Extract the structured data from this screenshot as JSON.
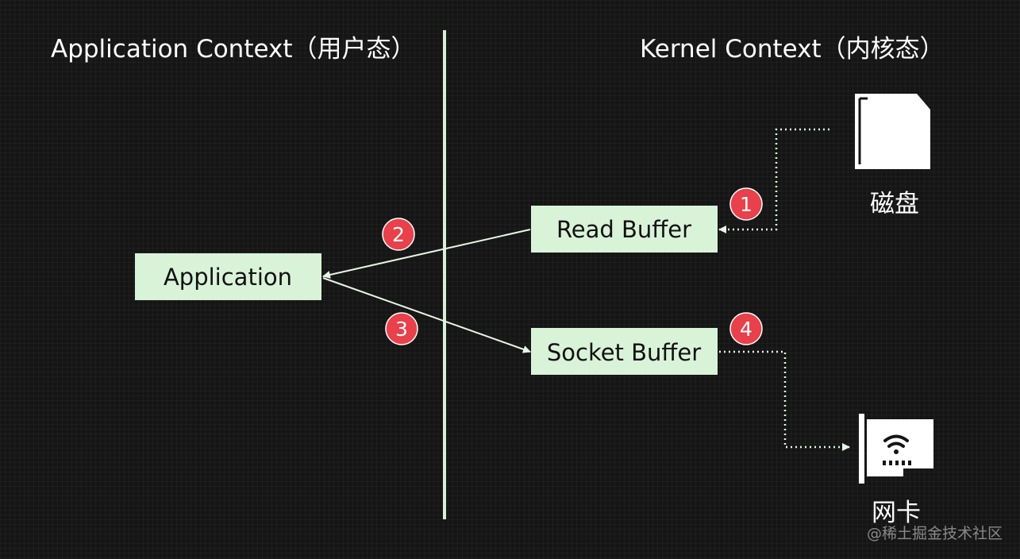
{
  "titles": {
    "left": "Application Context（用户态）",
    "right": "Kernel Context（内核态）"
  },
  "boxes": {
    "application": "Application",
    "read_buffer": "Read Buffer",
    "socket_buffer": "Socket Buffer"
  },
  "steps": [
    "1",
    "2",
    "3",
    "4"
  ],
  "devices": {
    "disk": "磁盘",
    "nic": "网卡"
  },
  "watermark": "@稀土掘金技术社区",
  "colors": {
    "background": "#151515",
    "box_fill": "#d9f3d9",
    "divider": "#d7f0d7",
    "badge": "#e8414b",
    "arrow": "#e6f5e6"
  }
}
